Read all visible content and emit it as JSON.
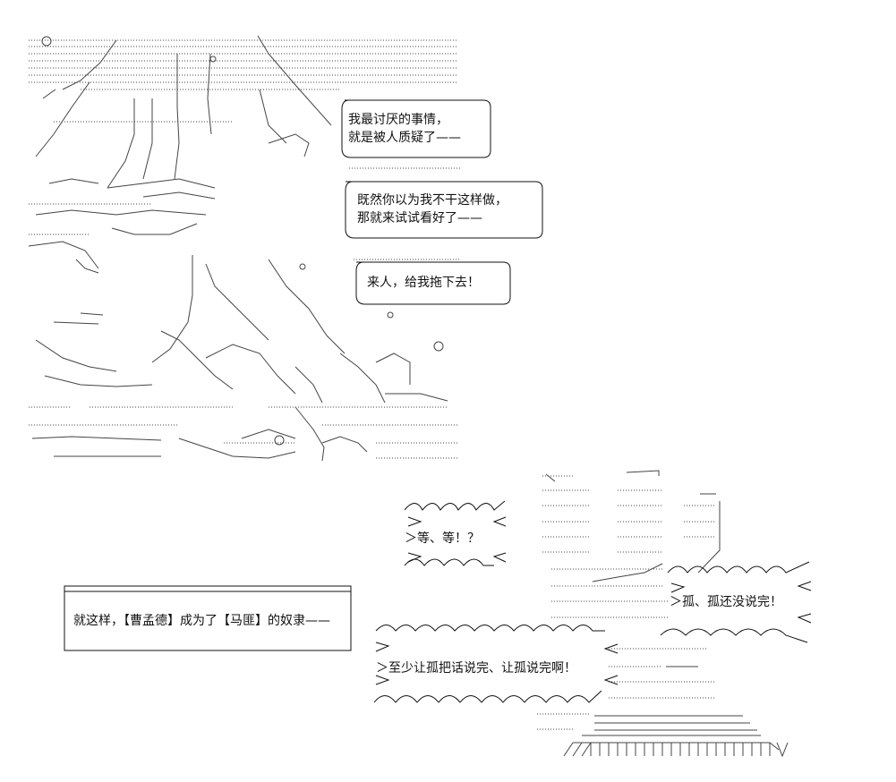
{
  "speech_bubbles": [
    {
      "lines": [
        "我最讨厌的事情，",
        "就是被人质疑了——"
      ]
    },
    {
      "lines": [
        "既然你以为我不干这样做，",
        "那就来试试看好了——"
      ]
    },
    {
      "lines": [
        "来人，给我拖下去！"
      ]
    }
  ],
  "shouts": {
    "wait": "＞等、等！？",
    "lone": "＞孤、孤还没说完！",
    "finish": "＞至少让孤把话说完、让孤说完啊！"
  },
  "narration": "就这样，【曹孟德】成为了【马匪】的奴隶——",
  "colors": {
    "ink": "#111111",
    "background": "#ffffff"
  }
}
